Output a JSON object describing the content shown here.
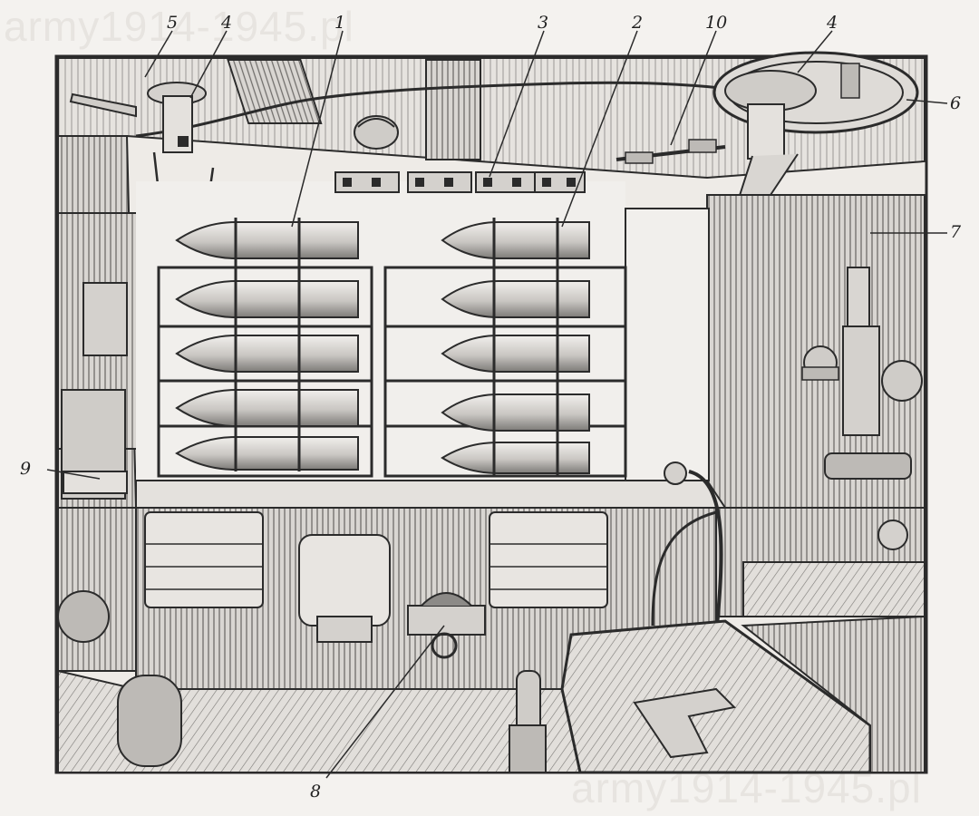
{
  "watermarks": {
    "top": "army1914-1945.pl",
    "bottom": "army1914-1945.pl"
  },
  "callouts": [
    {
      "key": "c1",
      "text": "1"
    },
    {
      "key": "c2",
      "text": "2"
    },
    {
      "key": "c3",
      "text": "3"
    },
    {
      "key": "c4a",
      "text": "4"
    },
    {
      "key": "c4b",
      "text": "4"
    },
    {
      "key": "c5",
      "text": "5"
    },
    {
      "key": "c6",
      "text": "6"
    },
    {
      "key": "c7",
      "text": "7"
    },
    {
      "key": "c8",
      "text": "8"
    },
    {
      "key": "c9",
      "text": "9"
    },
    {
      "key": "c10",
      "text": "10"
    }
  ],
  "colors": {
    "ink": "#2b2b2b",
    "paper": "#f4f2ef",
    "shade": "#8c8a87",
    "watermark": "#e7e4e0"
  }
}
